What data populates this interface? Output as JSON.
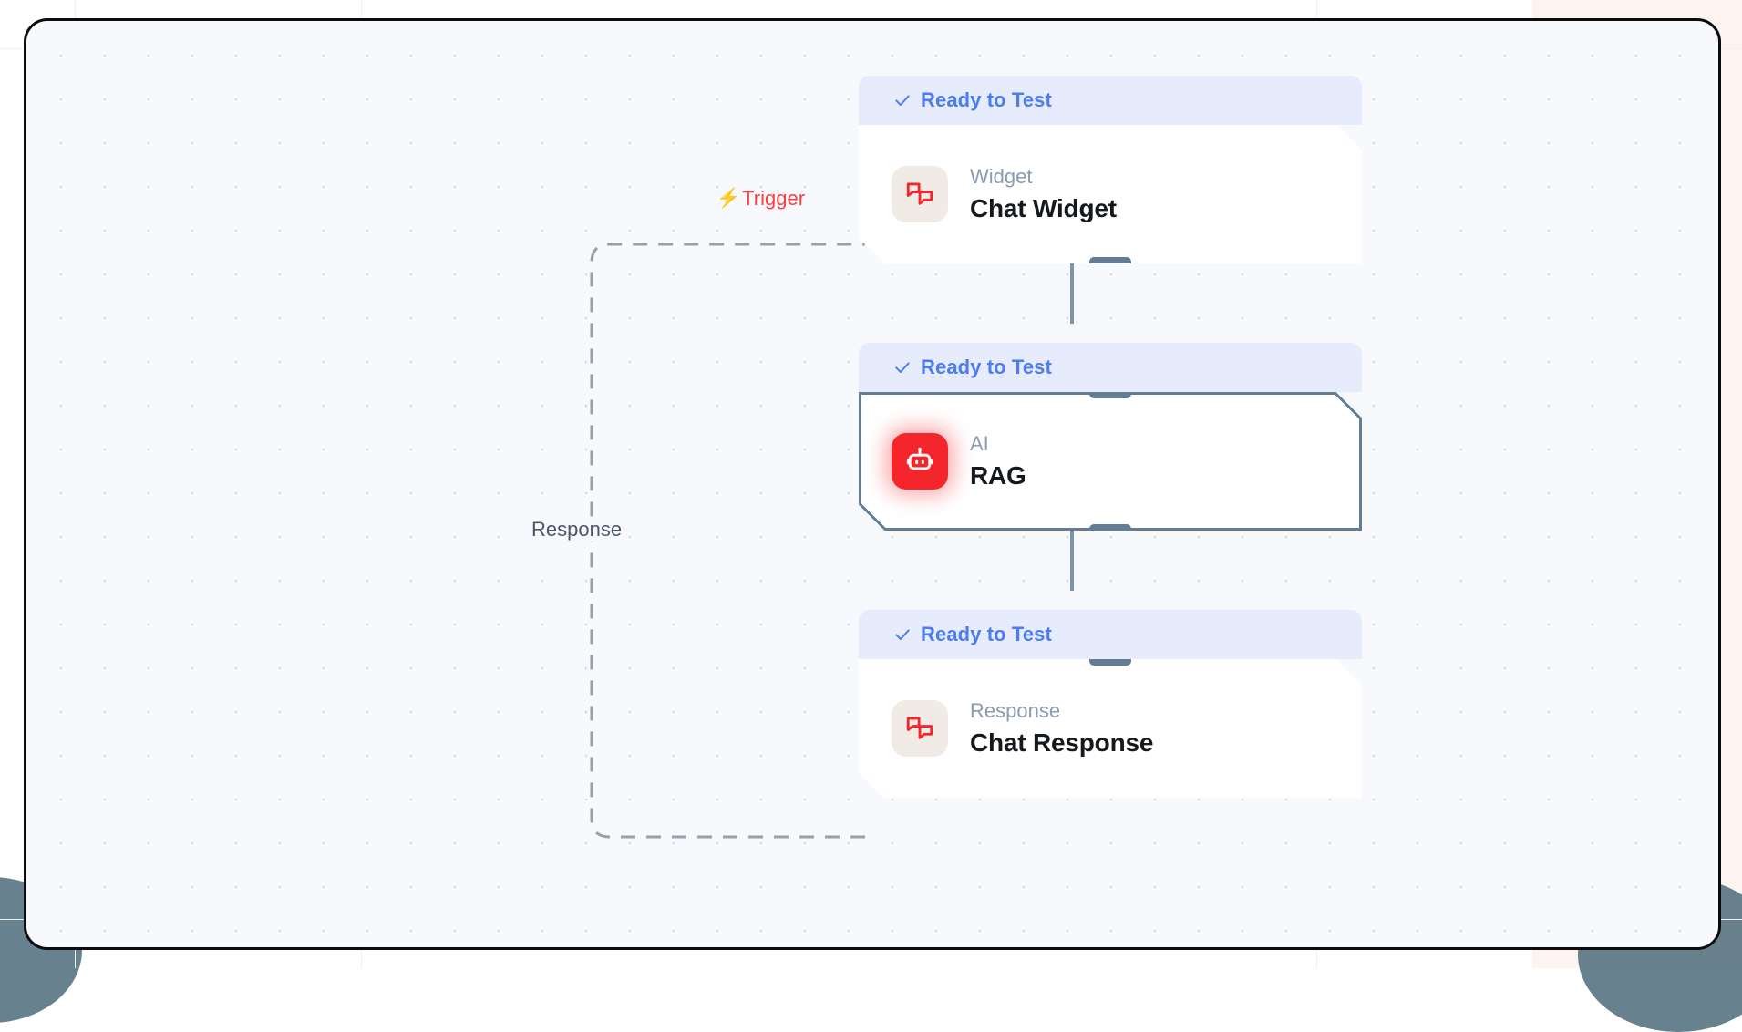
{
  "canvas": {
    "background_color": "#f7f9fc",
    "grid": "dot-grid",
    "border_color": "#0d0d0f"
  },
  "theme": {
    "badge_bg": "#e6ecfb",
    "badge_text": "#4c7df0",
    "accent_red": "#f4262b",
    "selected_border": "#647d95",
    "handle_color": "#627d94",
    "edge_color": "#8f959e",
    "muted_text": "#8b9bb0"
  },
  "nodes": [
    {
      "id": "chat-widget",
      "status_label": "Ready to Test",
      "status_icon": "check-icon",
      "kind": "Widget",
      "title": "Chat Widget",
      "icon": "chat-bubbles-icon",
      "icon_style": "beige",
      "selected": false
    },
    {
      "id": "rag",
      "status_label": "Ready to Test",
      "status_icon": "check-icon",
      "kind": "AI",
      "title": "RAG",
      "icon": "robot-icon",
      "icon_style": "red",
      "selected": true
    },
    {
      "id": "chat-response",
      "status_label": "Ready to Test",
      "status_icon": "check-icon",
      "kind": "Response",
      "title": "Chat Response",
      "icon": "chat-bubbles-icon",
      "icon_style": "beige",
      "selected": false
    }
  ],
  "edges": [
    {
      "id": "trigger-edge",
      "label": "Trigger",
      "icon": "lightning-bolt-icon",
      "style": "dashed",
      "color": "#f93f3f",
      "from": "chat-response",
      "to": "chat-widget"
    },
    {
      "id": "response-edge",
      "label": "Response",
      "style": "dashed",
      "color": "#4a5568"
    },
    {
      "id": "widget-to-rag",
      "label": "",
      "style": "solid",
      "from": "chat-widget",
      "to": "rag"
    },
    {
      "id": "rag-to-response",
      "label": "",
      "style": "solid",
      "from": "rag",
      "to": "chat-response"
    }
  ]
}
